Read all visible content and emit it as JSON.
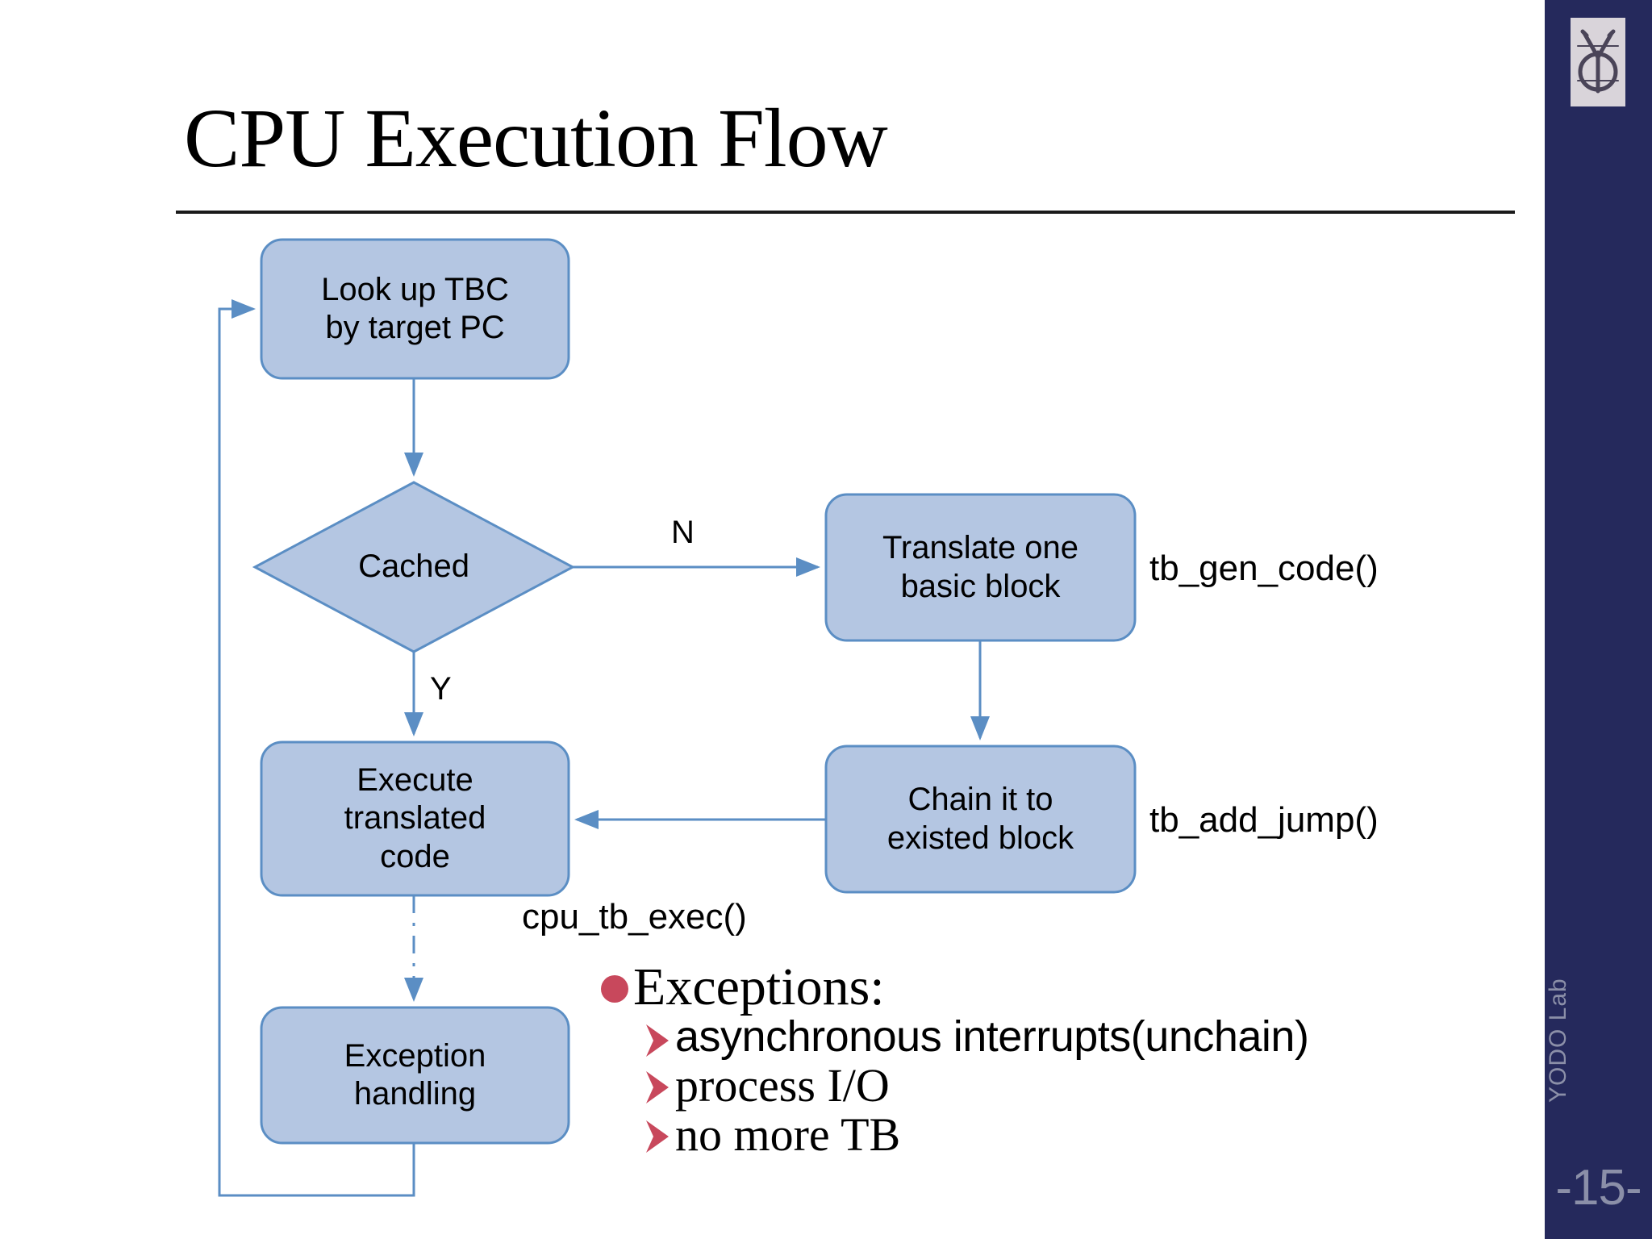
{
  "slide": {
    "title": "CPU Execution Flow",
    "page_number": "-15-",
    "lab_name": "YODO Lab"
  },
  "colors": {
    "sidebar_navy": "#25295c",
    "node_fill": "#b4c6e2",
    "node_stroke": "#5b8ec4",
    "connector": "#5b8ec4",
    "bullet_red": "#c8485c",
    "title_rule": "#1a1a1a",
    "sidebar_text": "#8b8fa8"
  },
  "flowchart": {
    "nodes": [
      {
        "id": "lookup",
        "shape": "rounded-rect",
        "line1": "Look up TBC",
        "line2": "by target PC",
        "line3": ""
      },
      {
        "id": "cached",
        "shape": "diamond",
        "line1": "Cached",
        "line2": "",
        "line3": ""
      },
      {
        "id": "translate",
        "shape": "rounded-rect",
        "line1": "Translate one",
        "line2": "basic block",
        "line3": ""
      },
      {
        "id": "chain",
        "shape": "rounded-rect",
        "line1": "Chain it to",
        "line2": "existed block",
        "line3": ""
      },
      {
        "id": "execute",
        "shape": "rounded-rect",
        "line1": "Execute",
        "line2": "translated",
        "line3": "code"
      },
      {
        "id": "exception",
        "shape": "rounded-rect",
        "line1": "Exception",
        "line2": "handling",
        "line3": ""
      }
    ],
    "edge_labels": {
      "no": "N",
      "yes": "Y"
    },
    "function_labels": {
      "translate": "tb_gen_code()",
      "chain": "tb_add_jump()",
      "execute": "cpu_tb_exec()"
    }
  },
  "exceptions": {
    "heading": "Exceptions:",
    "items": [
      {
        "text": "asynchronous interrupts(unchain)",
        "style": "sans"
      },
      {
        "text": "process I/O",
        "style": "serif"
      },
      {
        "text": "no more TB",
        "style": "serif"
      }
    ]
  }
}
